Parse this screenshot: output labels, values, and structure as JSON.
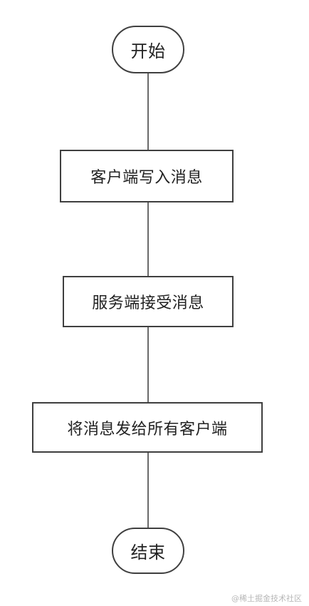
{
  "diagram": {
    "start": "开始",
    "steps": [
      "客户端写入消息",
      "服务端接受消息",
      "将消息发给所有客户端"
    ],
    "end": "结束"
  },
  "watermark": "@稀土掘金技术社区",
  "colors": {
    "background": "#ffffff",
    "stroke": "#3f3f3f",
    "connector": "#6a6a6a",
    "text": "#222222",
    "watermark": "#b7b7b7"
  }
}
